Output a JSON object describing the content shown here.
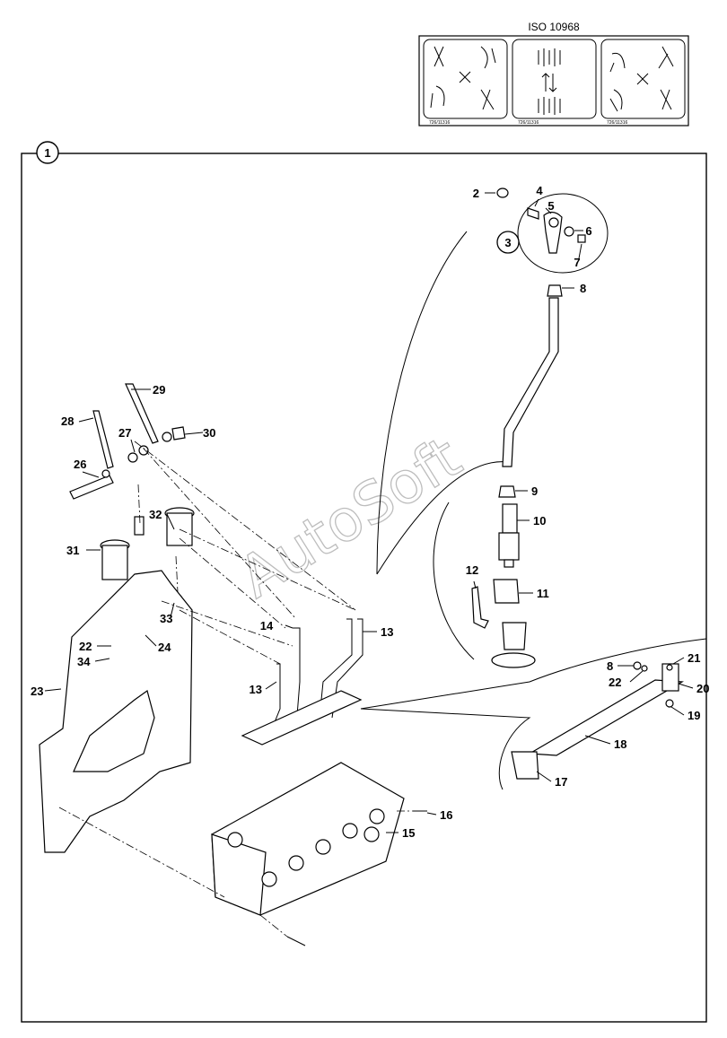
{
  "iso_panel": {
    "title": "ISO 10968",
    "codes": [
      "726/11316",
      "726/11316",
      "726/11316"
    ]
  },
  "group": {
    "number": "1"
  },
  "subgroup": {
    "number": "3"
  },
  "watermark": "AutoSoft",
  "part_labels": [
    "2",
    "4",
    "5",
    "6",
    "7",
    "8",
    "9",
    "10",
    "11",
    "12",
    "13",
    "13",
    "13",
    "14",
    "15",
    "16",
    "17",
    "18",
    "8",
    "19",
    "20",
    "21",
    "22",
    "22",
    "23",
    "24",
    "26",
    "27",
    "28",
    "29",
    "30",
    "31",
    "32",
    "33",
    "34"
  ]
}
